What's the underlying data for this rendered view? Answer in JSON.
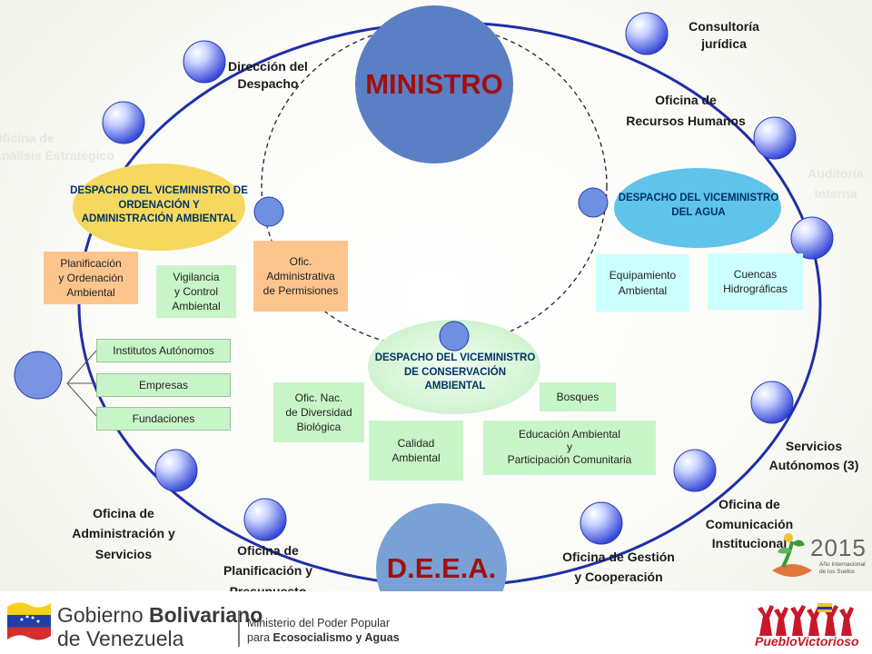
{
  "ministro": "MINISTRO",
  "deea": "D.E.E.A.",
  "offices": {
    "consultoria": "Consultoría\njurídica",
    "direccion": "Dirección del\nDespacho",
    "rrhh": "Oficina de\nRecursos Humanos",
    "analisis": "Oficina de\nAnálisis Estratégico",
    "auditoria": "Auditoría\nInterna",
    "servicios_autonomos": "Servicios\nAutónomos (3)",
    "comunicacion": "Oficina de\nComunicación\nInstitucional",
    "gestion": "Oficina de Gestión\ny Cooperación\nInternacional",
    "planificacion": "Oficina de\nPlanificación y\nPresupuesto",
    "administracion": "Oficina de\nAdministración y\nServicios"
  },
  "vice_ordenacion": {
    "title": "DESPACHO DEL VICEMINISTRO DE\nORDENACIÓN Y\nADMINISTRACIÓN AMBIENTAL",
    "items": [
      "Planificación\ny Ordenación\nAmbiental",
      "Vigilancia\ny Control\nAmbiental",
      "Ofic.\nAdministrativa\nde Permisiones"
    ]
  },
  "vice_agua": {
    "title": "DESPACHO DEL VICEMINISTRO\nDEL AGUA",
    "items": [
      "Equipamiento\nAmbiental",
      "Cuencas\nHidrográficas"
    ]
  },
  "vice_conservacion": {
    "title": "DESPACHO DEL VICEMINISTRO\nDE CONSERVACIÓN\nAMBIENTAL",
    "items": [
      "Ofic. Nac.\nde Diversidad\nBiológica",
      "Calidad\nAmbiental",
      "Bosques",
      "Educación Ambiental\ny\nParticipación  Comunitaria"
    ]
  },
  "entes": [
    "Institutos  Autónomos",
    "Empresas",
    "Fundaciones"
  ],
  "footer": {
    "gov_line1_a": "Gobierno ",
    "gov_line1_b": "Bolivariano",
    "gov_line2": "de Venezuela",
    "ministry_line1": "Ministerio del Poder Popular",
    "ministry_line2_a": "para ",
    "ministry_line2_b": "Ecosocialismo y Aguas",
    "year": "2015",
    "year_caption": "Año Internacional\nde los Suelos",
    "slogan_a": "Pueblo",
    "slogan_b": "Victorioso"
  },
  "colors": {
    "ring": "#1f2ea8",
    "ministro_fill": "#5b7fc4",
    "deea_fill": "#7aa1d6",
    "orange": "#fcc58e",
    "green": "#c8f5c8",
    "cyan": "#ccffff",
    "ellipse_yellow": "#f7d85e",
    "ellipse_blue": "#5fc3ea",
    "title_blue": "#003366"
  }
}
